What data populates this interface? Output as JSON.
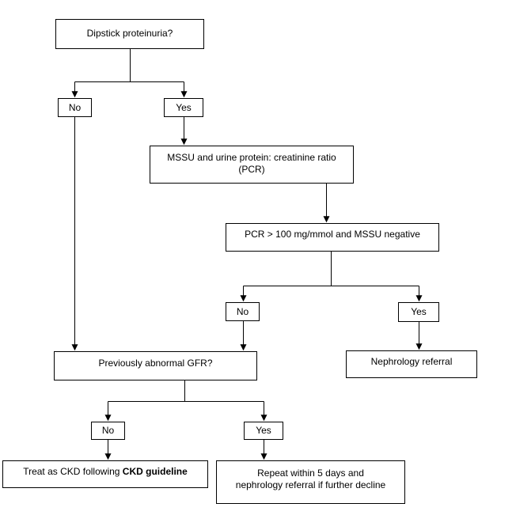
{
  "flowchart": {
    "nodes": {
      "dipstick": {
        "label": "Dipstick proteinuria?"
      },
      "branch1_no": {
        "label": "No"
      },
      "branch1_yes": {
        "label": "Yes"
      },
      "mssu": {
        "lines": [
          "MSSU and urine protein: creatinine ratio",
          "(PCR)"
        ]
      },
      "pcr": {
        "label": "PCR > 100 mg/mmol and MSSU negative"
      },
      "branch2_no": {
        "label": "No"
      },
      "branch2_yes": {
        "label": "Yes"
      },
      "nephrology_referral": {
        "label": "Nephrology referral"
      },
      "previous_gfr": {
        "label": "Previously abnormal GFR?"
      },
      "branch3_no": {
        "label": "No"
      },
      "branch3_yes": {
        "label": "Yes"
      },
      "treat_ckd": {
        "text": "Treat as CKD following ",
        "text_bold": "CKD guideline"
      },
      "repeat_test": {
        "lines": [
          "Repeat within 5 days and",
          "nephrology referral if further decline"
        ]
      }
    },
    "colors": {
      "line": "#000000",
      "box_border": "#000000",
      "background": "#ffffff",
      "text": "#000000"
    }
  }
}
